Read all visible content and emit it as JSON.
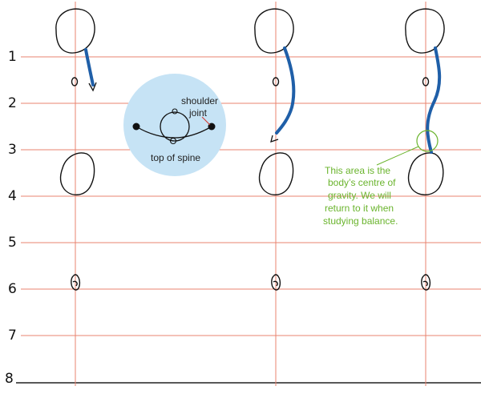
{
  "row_labels": [
    "1",
    "2",
    "3",
    "4",
    "5",
    "6",
    "7",
    "8"
  ],
  "inset": {
    "label_shoulder_line1": "shoulder",
    "label_shoulder_line2": "joint",
    "label_spine": "top of spine"
  },
  "note": {
    "line1": "This area is the",
    "line2": "body’s centre of",
    "line3": "gravity. We will",
    "line4": "return to it when",
    "line5": "studying balance."
  },
  "colors": {
    "grid_line": "#e8836f",
    "vertical_line": "#e8836f",
    "spine": "#1f5fa8",
    "inset_bg": "#c6e3f5",
    "note_green": "#6ab42d",
    "ground": "#222222",
    "outline": "#111111"
  }
}
